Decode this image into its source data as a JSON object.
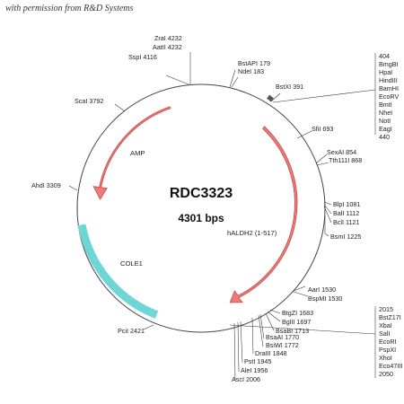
{
  "credit": "with permission from R&D Systems",
  "plasmid": {
    "name": "RDC3323",
    "size": "4301 bps"
  },
  "features": {
    "amp": "AMP",
    "cole1": "COLE1",
    "insert": "hALDH2 (1-517)"
  },
  "colors": {
    "arrow_fill": "#ef7a7a",
    "arrow_stroke": "#c94a4a",
    "cole1": "#6fd6d6",
    "circle": "#444444"
  },
  "sites": {
    "zra": "ZraI 4232",
    "aat": "AatII 4232",
    "ssp": "SspI 4116",
    "bstapi": "BstAPI 179",
    "nde": "NdeI 183",
    "bstxi": "BstXI 391",
    "sca": "ScaI 3792",
    "sfi": "SfiI 693",
    "sexai": "SexAI 854",
    "tth": "Tth111I 868",
    "ahd": "AhdI 3309",
    "blp": "BlpI 1081",
    "bal": "BalI 1112",
    "bcl": "BclI 1121",
    "bsm": "BsmI 1225",
    "aar": "AarI 1530",
    "bspmi": "BspMI 1530",
    "btgzi": "BtgZI 1683",
    "bgl": "BglII 1697",
    "bsabi": "BsaBI 1713",
    "bsaai": "BsaAI 1770",
    "bsiwi": "BsiWI 1772",
    "dra": "DraIII 1848",
    "pst": "PstI 1945",
    "ale": "AleI 1956",
    "asc": "AscI 2006",
    "pci": "PciI 2421"
  },
  "mcs1": [
    "404",
    "BmgBI",
    "HpaI",
    "HindIII",
    "BamHI",
    "EcoRV",
    "BmtI",
    "NheI",
    "NotI",
    "EagI",
    "440"
  ],
  "mcs2": [
    "2015",
    "BstZ17I",
    "XbaI",
    "SalI",
    "EcoRI",
    "PspXI",
    "XhoI",
    "Eco47III",
    "2050"
  ]
}
